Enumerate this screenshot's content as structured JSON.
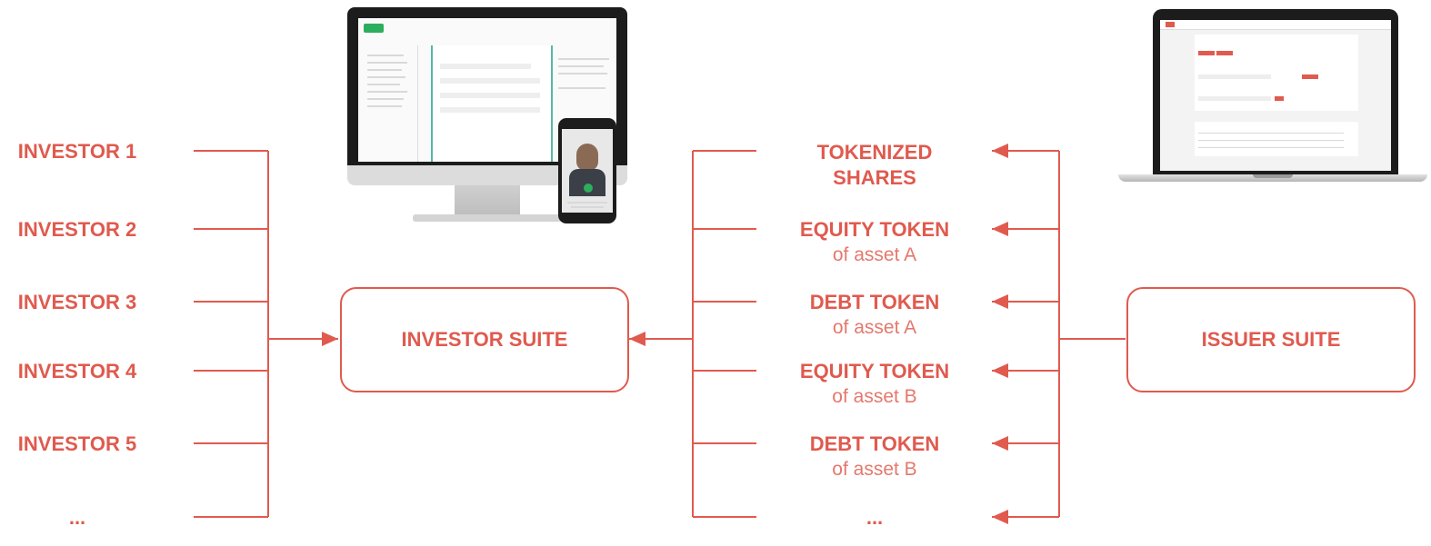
{
  "colors": {
    "accent": "#e05a4e",
    "accent_light": "#e4786d"
  },
  "investors": [
    "INVESTOR 1",
    "INVESTOR 2",
    "INVESTOR 3",
    "INVESTOR 4",
    "INVESTOR 5",
    "..."
  ],
  "investor_suite": "INVESTOR SUITE",
  "issuer_suite": "ISSUER SUITE",
  "tokens": [
    {
      "title": "TOKENIZED SHARES",
      "sub": ""
    },
    {
      "title": "EQUITY TOKEN",
      "sub": "of asset A"
    },
    {
      "title": "DEBT TOKEN",
      "sub": "of asset A"
    },
    {
      "title": "EQUITY TOKEN",
      "sub": "of asset B"
    },
    {
      "title": "DEBT TOKEN",
      "sub": "of asset B"
    },
    {
      "title": "...",
      "sub": ""
    }
  ]
}
